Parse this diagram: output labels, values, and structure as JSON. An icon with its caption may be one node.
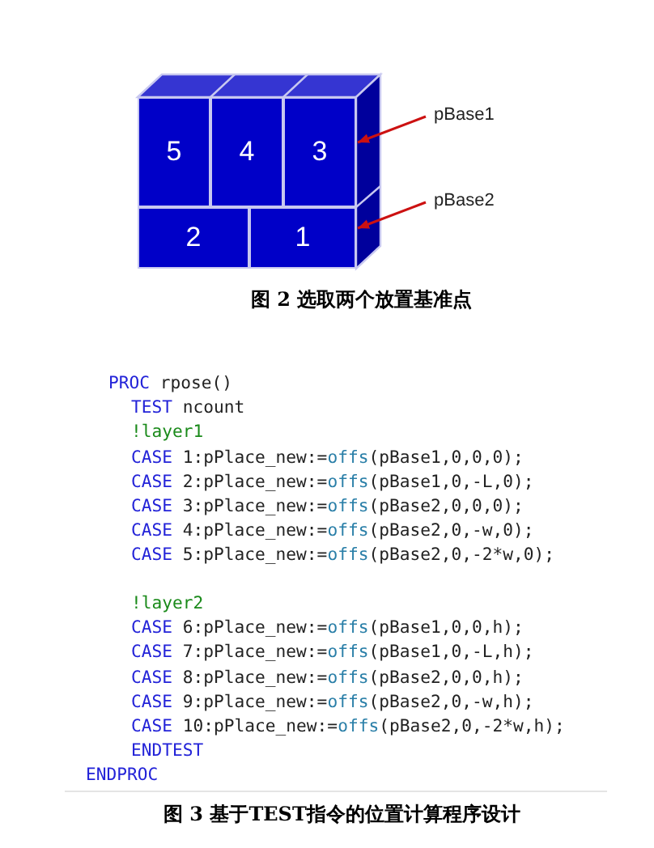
{
  "diagram": {
    "nodes": [
      {
        "text": [
          "5"
        ]
      },
      {
        "text": [
          "4"
        ]
      },
      {
        "text": [
          "3"
        ]
      },
      {
        "text": [
          "2"
        ]
      },
      {
        "text": [
          "1"
        ]
      },
      {
        "text": [
          "pBase1"
        ]
      },
      {
        "text": [
          "pBase2"
        ]
      }
    ],
    "edges": [
      {
        "from": 5,
        "to": 2,
        "arrow": "to"
      },
      {
        "from": 6,
        "to": 4,
        "arrow": "to"
      }
    ],
    "labels": [
      "图 2 选取两个放置基准点",
      "PROC rpose()",
      "TEST ncount",
      "!layer1",
      "CASE 1:pPlace_new:=offs(pBase1,0,0,0);",
      "CASE 2:pPlace_new:=offs(pBase1,0,-L,0);",
      "CASE 3:pPlace_new:=offs(pBase2,0,0,0);",
      "CASE 4:pPlace_new:=offs(pBase2,0,-w,0);",
      "CASE 5:pPlace_new:=offs(pBase2,0,-2*w,0);",
      "!layer2",
      "CASE 6:pPlace_new:=offs(pBase1,0,0,h);",
      "CASE 7:pPlace_new:=offs(pBase1,0,-L,h);",
      "CASE 8:pPlace_new:=offs(pBase2,0,0,h);",
      "CASE 9:pPlace_new:=offs(pBase2,0,-w,h);",
      "CASE 10:pPlace_new:=offs(pBase2,0,-2*w,h);",
      "ENDTEST",
      "ENDPROC",
      "图 3 基于TEST指令的位置计算程序设计"
    ]
  }
}
